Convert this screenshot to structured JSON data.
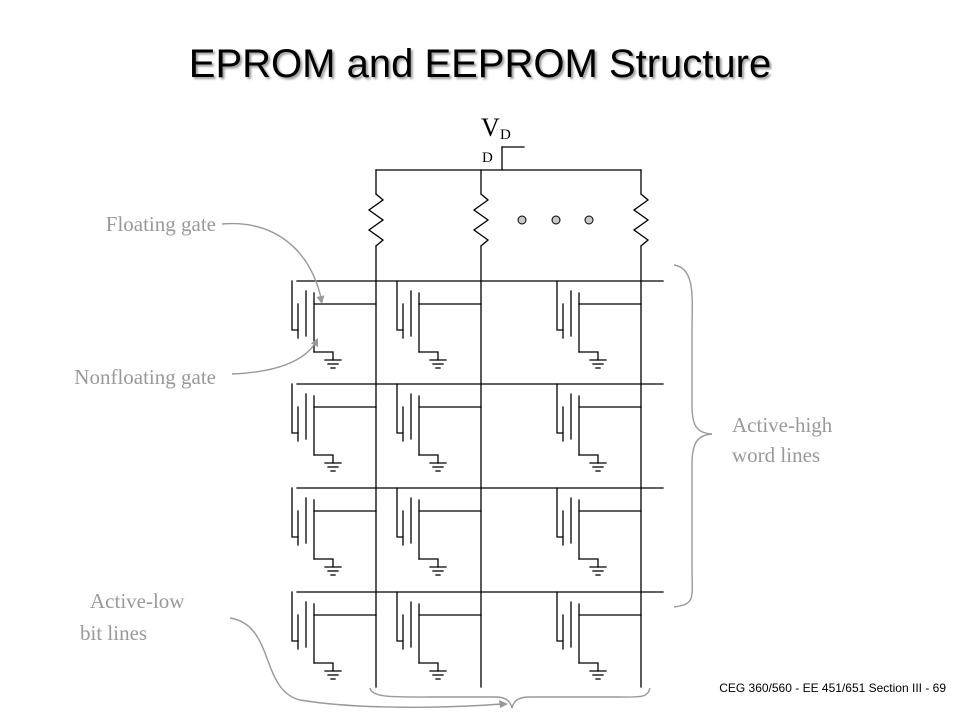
{
  "slide": {
    "title": "EPROM and EEPROM Structure",
    "footer": "CEG 360/560 - EE 451/651  Section III - 69"
  },
  "diagram": {
    "supply": {
      "main": "V",
      "sub1": "D",
      "sub2": "D"
    },
    "labels": {
      "floating_gate": "Floating gate",
      "nonfloating_gate": "Nonfloating gate",
      "active_high_line1": "Active-high",
      "active_high_line2": "word lines",
      "active_low_line1": "Active-low",
      "active_low_line2": "bit lines"
    },
    "colors": {
      "wire": "#000000",
      "annotation": "#999999"
    }
  }
}
